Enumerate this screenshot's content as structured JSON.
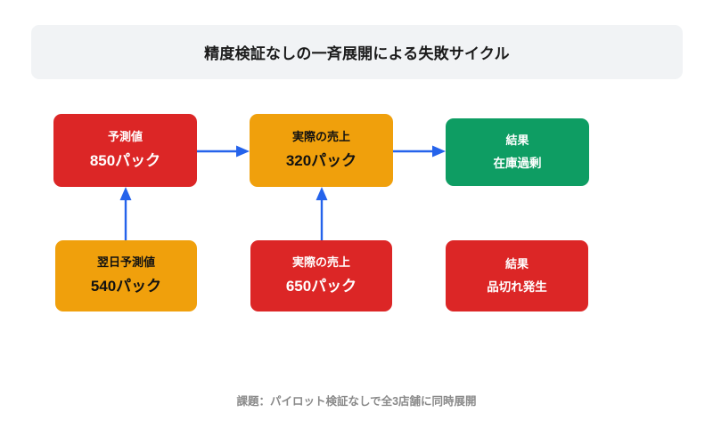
{
  "header": {
    "title": "精度検証なしの一斉展開による失敗サイクル",
    "background": "#f1f3f5"
  },
  "palette": {
    "red": "#dc2626",
    "orange": "#f0a00c",
    "green": "#0e9d63",
    "arrow_blue": "#2563eb",
    "caption_gray": "#8a8a8a",
    "page_background": "#ffffff"
  },
  "diagram": {
    "nodes": [
      {
        "id": "forecast-day1",
        "line1": "予測値",
        "line2": "850パック",
        "color": "#dc2626",
        "text_color": "#ffffff",
        "row": "top",
        "column": 1
      },
      {
        "id": "actual-sales-day1",
        "line1": "実際の売上",
        "line2": "320パック",
        "color": "#f0a00c",
        "text_color": "#111111",
        "row": "top",
        "column": 2
      },
      {
        "id": "result-overstock",
        "line1": "結果",
        "line2": "在庫過剰",
        "color": "#0e9d63",
        "text_color": "#ffffff",
        "row": "top",
        "column": 3
      },
      {
        "id": "forecast-day2",
        "line1": "翌日予測値",
        "line2": "540パック",
        "color": "#f0a00c",
        "text_color": "#111111",
        "row": "bottom",
        "column": 1
      },
      {
        "id": "actual-sales-day2",
        "line1": "実際の売上",
        "line2": "650パック",
        "color": "#dc2626",
        "text_color": "#ffffff",
        "row": "bottom",
        "column": 2
      },
      {
        "id": "result-stockout",
        "line1": "結果",
        "line2": "品切れ発生",
        "color": "#dc2626",
        "text_color": "#ffffff",
        "row": "bottom",
        "column": 3
      }
    ],
    "connectors": [
      {
        "id": "forecast-day1-to-actual-sales-day1",
        "from": "forecast-day1",
        "to": "actual-sales-day1",
        "direction": "right"
      },
      {
        "id": "actual-sales-day1-to-result-overstock",
        "from": "actual-sales-day1",
        "to": "result-overstock",
        "direction": "right"
      },
      {
        "id": "forecast-day2-to-forecast-day1",
        "from": "forecast-day2",
        "to": "forecast-day1",
        "direction": "up"
      },
      {
        "id": "actual-sales-day2-to-actual-sales-day1",
        "from": "actual-sales-day2",
        "to": "actual-sales-day1",
        "direction": "up"
      }
    ]
  },
  "footer": {
    "caption": "課題：パイロット検証なしで全3店舗に同時展開"
  }
}
